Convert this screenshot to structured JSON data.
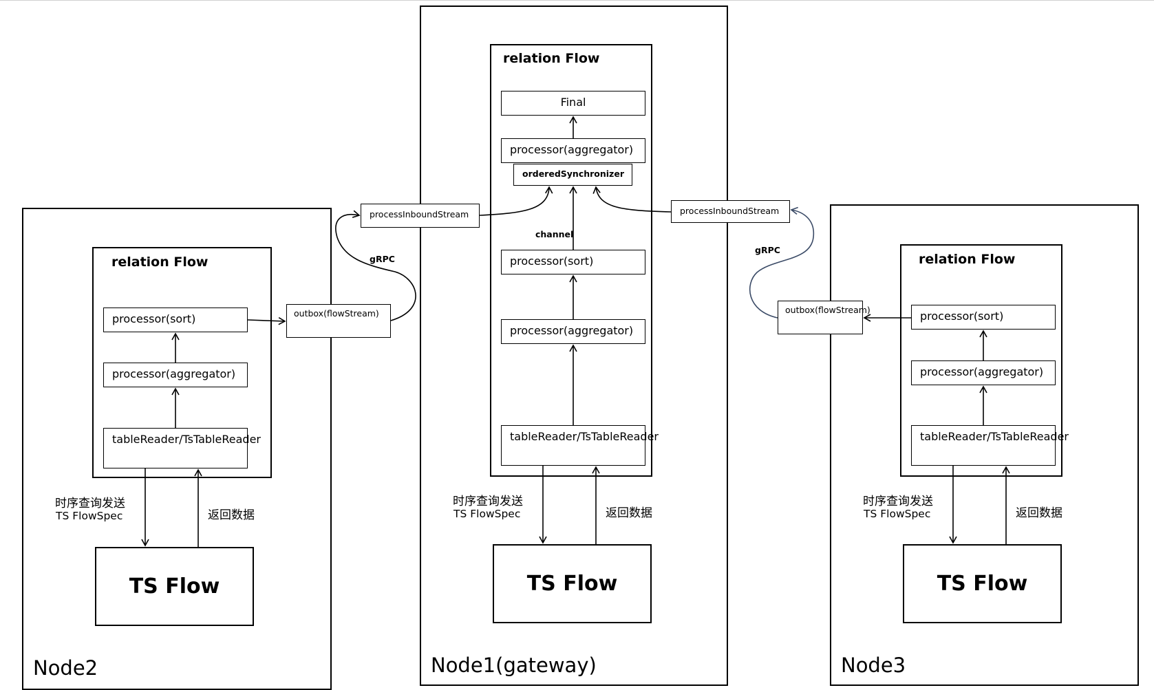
{
  "nodes": {
    "node2": {
      "label": "Node2",
      "flow_title": "relation Flow",
      "proc_sort": "processor(sort)",
      "proc_agg": "processor(aggregator)",
      "reader": "tableReader/TsTableReader",
      "send_cn": "时序查询发送",
      "send_en": "TS FlowSpec",
      "return_label": "返回数据",
      "ts_flow": "TS Flow",
      "outbox": "outbox(flowStream)"
    },
    "node1": {
      "label": "Node1(gateway)",
      "flow_title": "relation Flow",
      "final": "Final",
      "proc_agg_top": "processor(aggregator)",
      "ordered_sync": "orderedSynchronizer",
      "channel": "channel",
      "proc_sort": "processor(sort)",
      "proc_agg": "processor(aggregator)",
      "reader": "tableReader/TsTableReader",
      "send_cn": "时序查询发送",
      "send_en": "TS FlowSpec",
      "return_label": "返回数据",
      "ts_flow": "TS Flow",
      "inbound_left": "processInboundStream",
      "inbound_right": "processInboundStream"
    },
    "node3": {
      "label": "Node3",
      "flow_title": "relation Flow",
      "proc_sort": "processor(sort)",
      "proc_agg": "processor(aggregator)",
      "reader": "tableReader/TsTableReader",
      "send_cn": "时序查询发送",
      "send_en": "TS FlowSpec",
      "return_label": "返回数据",
      "ts_flow": "TS Flow",
      "outbox": "outbox(flowStream)"
    }
  },
  "links": {
    "grpc_left": "gRPC",
    "grpc_right": "gRPC"
  },
  "colors": {
    "line": "#000000",
    "right_curve": "#3a4a66"
  }
}
